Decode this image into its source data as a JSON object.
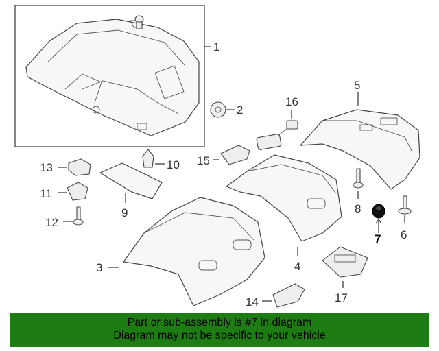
{
  "callouts": {
    "c1": "1",
    "c2": "2",
    "c3": "3",
    "c4": "4",
    "c5": "5",
    "c6": "6",
    "c7": "7",
    "c8": "8",
    "c9": "9",
    "c10": "10",
    "c11": "11",
    "c12": "12",
    "c13": "13",
    "c14": "14",
    "c15": "15",
    "c16": "16",
    "c17": "17"
  },
  "highlight_callout": "7",
  "colors": {
    "footer_bg": "#1e7d12",
    "highlight_part": "#111111",
    "line": "#444444"
  },
  "footer": {
    "line1": "Part or sub-assembly is #7 in diagram",
    "line2": "Diagram may not be specific to your vehicle"
  }
}
